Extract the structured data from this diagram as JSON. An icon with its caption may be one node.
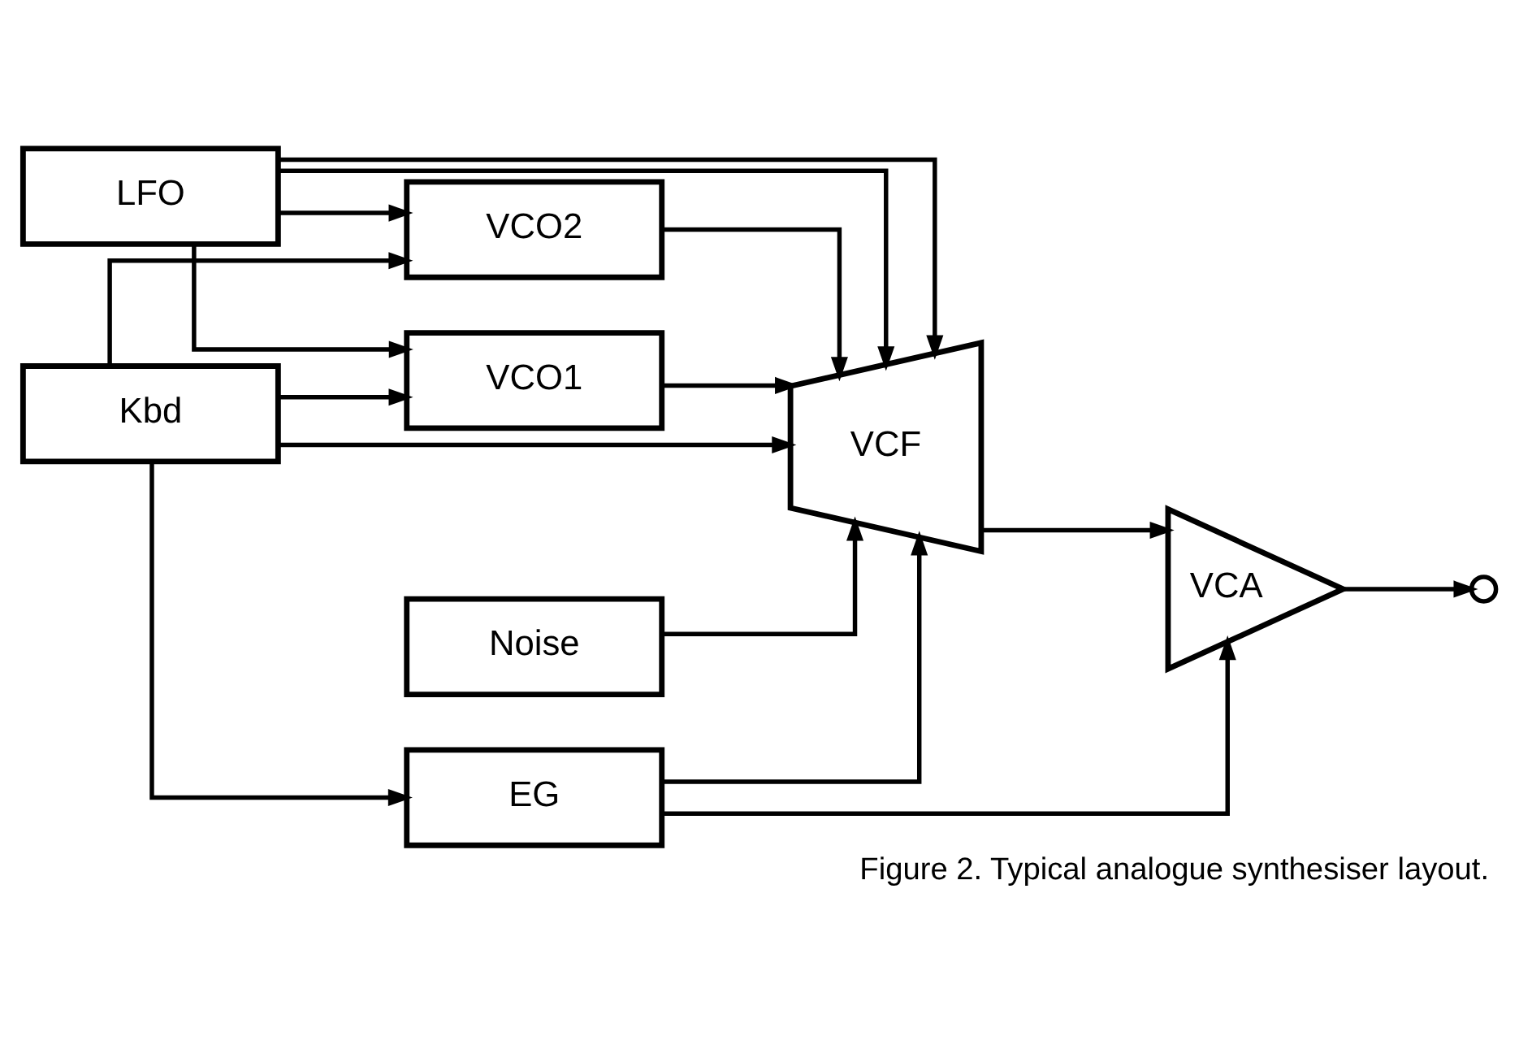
{
  "diagram": {
    "caption": "Figure 2. Typical analogue synthesiser layout.",
    "nodes": [
      {
        "text": [
          "VCO1"
        ]
      },
      {
        "text": [
          "Noise"
        ]
      },
      {
        "text": [
          "VCO2"
        ]
      },
      {
        "text": [
          "VCF"
        ]
      },
      {
        "text": [
          "VCA"
        ]
      },
      {
        "text": [],
        "shape": "circle"
      },
      {
        "text": [
          "EG"
        ]
      },
      {
        "text": [
          "LFO"
        ]
      },
      {
        "text": [
          "Kbd"
        ]
      }
    ],
    "edges": [
      {
        "from": 0,
        "to": 3,
        "arrow": "to"
      },
      {
        "from": 1,
        "to": 3,
        "arrow": "to"
      },
      {
        "from": 2,
        "to": 3,
        "arrow": "to"
      },
      {
        "from": 3,
        "to": 4,
        "arrow": "to"
      },
      {
        "from": 4,
        "to": 5,
        "arrow": "to"
      },
      {
        "from": 7,
        "to": 3,
        "arrow": "to"
      },
      {
        "from": 6,
        "to": 3,
        "arrow": "to"
      },
      {
        "from": 6,
        "to": 4,
        "arrow": "to"
      },
      {
        "from": 7,
        "to": 0,
        "arrow": "to"
      },
      {
        "from": 7,
        "to": 2,
        "arrow": "to"
      },
      {
        "from": 7,
        "to": 3,
        "arrow": "to"
      },
      {
        "from": 8,
        "to": 0,
        "arrow": "to"
      },
      {
        "from": 8,
        "to": 2,
        "arrow": "to"
      },
      {
        "from": 8,
        "to": 3,
        "arrow": "to"
      },
      {
        "from": 8,
        "to": 6,
        "arrow": "to"
      }
    ]
  }
}
